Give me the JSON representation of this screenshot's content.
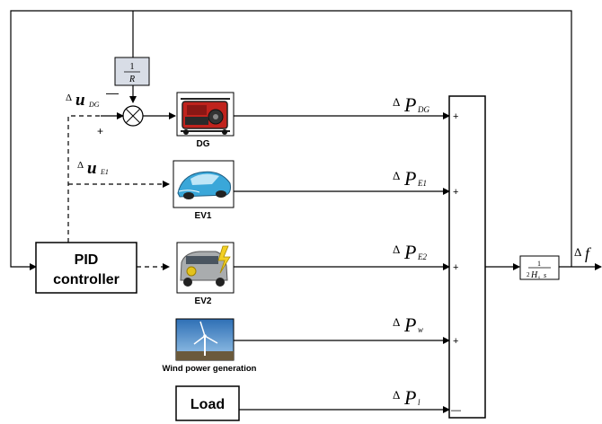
{
  "feedback_gain": {
    "numerator": "1",
    "denominator": "R"
  },
  "sum_junction_signs": {
    "minus": "—",
    "plus": "+"
  },
  "controller": {
    "line1": "PID",
    "line2": "controller"
  },
  "control_signals": {
    "u_dg": {
      "delta": "Δ",
      "base": "u",
      "sub": "DG"
    },
    "u_e1": {
      "delta": "Δ",
      "base": "u",
      "sub": "E1"
    }
  },
  "units": [
    {
      "id": "dg",
      "label": "DG",
      "icon": "generator-icon"
    },
    {
      "id": "ev1",
      "label": "EV1",
      "icon": "electric-car-icon"
    },
    {
      "id": "ev2",
      "label": "EV2",
      "icon": "electric-car-charging-icon"
    },
    {
      "id": "wind",
      "label": "Wind power generation",
      "icon": "wind-turbine-icon"
    },
    {
      "id": "load",
      "label": "Load"
    }
  ],
  "power_signals": [
    {
      "delta": "Δ",
      "base": "P",
      "sub": "DG",
      "sign": "+"
    },
    {
      "delta": "Δ",
      "base": "P",
      "sub": "E1",
      "sign": "+"
    },
    {
      "delta": "Δ",
      "base": "P",
      "sub": "E2",
      "sign": "+"
    },
    {
      "delta": "Δ",
      "base": "P",
      "sub": "w",
      "sign": "+"
    },
    {
      "delta": "Δ",
      "base": "P",
      "sub": "l",
      "sign": "—"
    }
  ],
  "transfer_block": {
    "numerator": "1",
    "den_prefix": "2",
    "den_var": "H",
    "den_sub": "s",
    "den_suffix": "s"
  },
  "output": {
    "delta": "Δ",
    "symbol": "f"
  },
  "colors": {
    "gain_block_fill": "#d8dde6",
    "generator_red": "#c0231d",
    "sky_blue": "#3f86c8"
  }
}
